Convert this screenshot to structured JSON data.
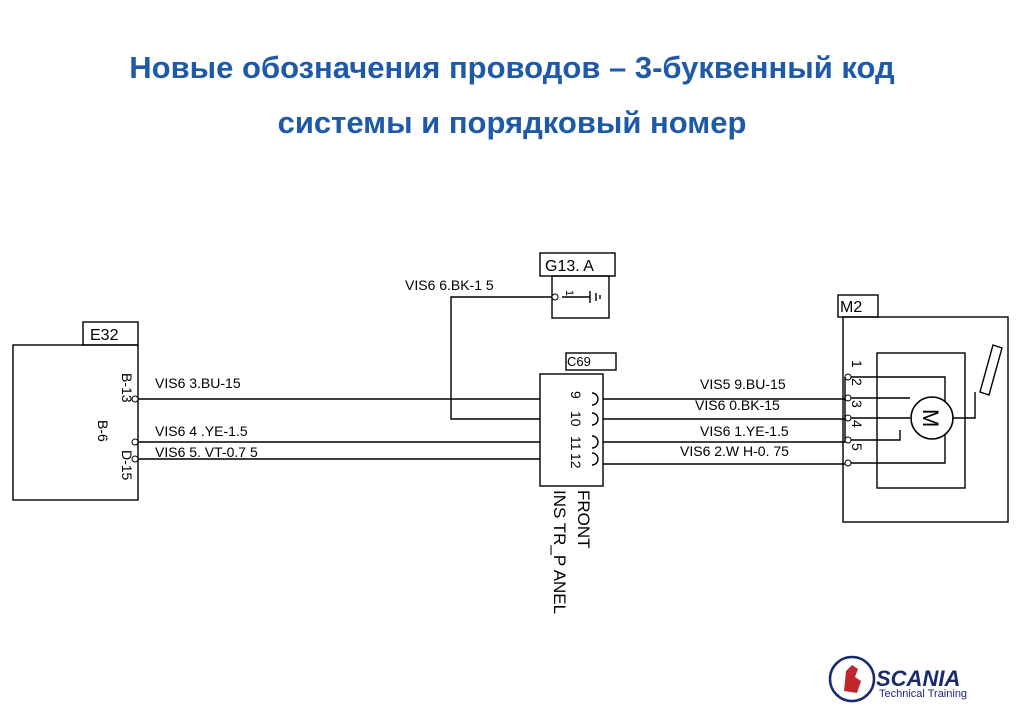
{
  "title": {
    "line1": "Новые обозначения проводов – 3-буквенный код",
    "line2": "системы и порядковый номер"
  },
  "components": {
    "e32": {
      "name": "E32",
      "pin_b13": "B-13",
      "pin_b6": "B-6",
      "pin_d15": "D-15"
    },
    "g13a": {
      "name": "G13. A",
      "pin": "1"
    },
    "c69": {
      "name": "C69",
      "pins": [
        "9",
        "10",
        "11",
        "12"
      ],
      "label_1": "FRONT",
      "label_2": "INS TR_P ANEL"
    },
    "m2": {
      "name": "M2",
      "pins": [
        "1",
        "2",
        "3",
        "4",
        "5"
      ],
      "motor": "M"
    }
  },
  "wires": {
    "vis66": "VIS6 6.BK-1 5",
    "vis63": "VIS6 3.BU-15",
    "vis64": "VIS6 4 .YE-1.5",
    "vis65": "VIS6 5. VT-0.7 5",
    "vis59": "VIS5 9.BU-15",
    "vis60": "VIS6 0.BK-15",
    "vis61": "VIS6 1.YE-1.5",
    "vis62": "VIS6 2.W H-0. 75"
  },
  "logo": {
    "brand": "SCANIA",
    "subtitle": "Technical Training"
  },
  "colors": {
    "title": "#1f5aa8",
    "brand": "#1a2a6e",
    "logo_red": "#c0282d"
  }
}
